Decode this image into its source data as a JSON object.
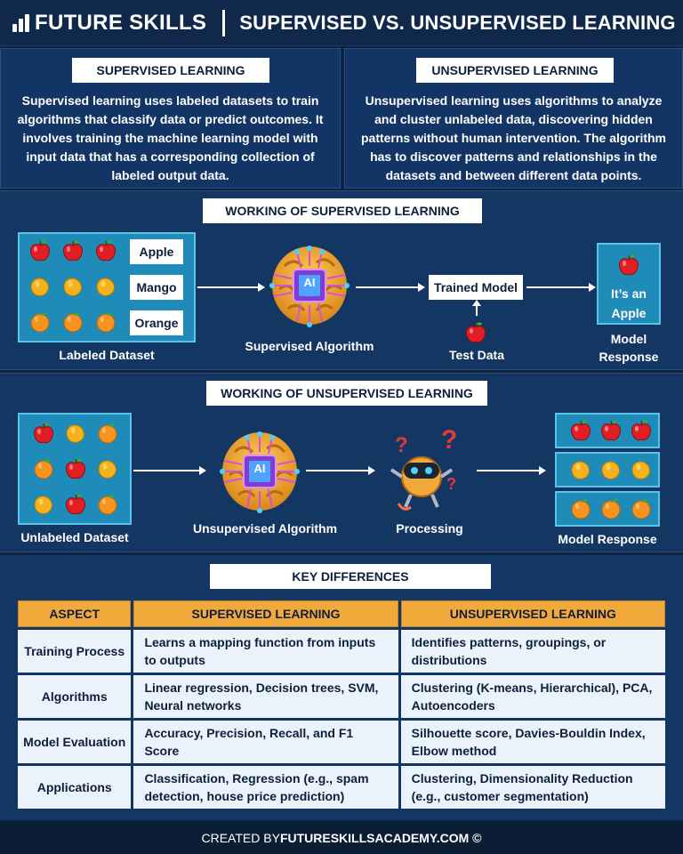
{
  "header": {
    "brand": "FUTURE SKILLS",
    "title": "SUPERVISED VS. UNSUPERVISED LEARNING"
  },
  "definitions": {
    "supervised": {
      "heading": "SUPERVISED LEARNING",
      "text": "Supervised learning uses labeled datasets to train algorithms that classify data or predict outcomes. It involves training the machine learning model with input data that has a corresponding collection of labeled output data."
    },
    "unsupervised": {
      "heading": "UNSUPERVISED LEARNING",
      "text": "Unsupervised learning uses algorithms to analyze and cluster unlabeled data, discovering hidden patterns without human intervention. The algorithm has to discover patterns and relationships in the datasets and between different data points."
    }
  },
  "supervised_flow": {
    "heading": "WORKING OF SUPERVISED LEARNING",
    "labels": [
      "Apple",
      "Mango",
      "Orange"
    ],
    "dataset_caption": "Labeled Dataset",
    "algorithm_caption": "Supervised Algorithm",
    "chip_text": "AI",
    "trained_model": "Trained Model",
    "test_caption": "Test Data",
    "response_line1": "It’s an",
    "response_line2": "Apple",
    "response_caption_line1": "Model",
    "response_caption_line2": "Response"
  },
  "unsupervised_flow": {
    "heading": "WORKING OF UNSUPERVISED LEARNING",
    "dataset_caption": "Unlabeled Dataset",
    "algorithm_caption": "Unsupervised Algorithm",
    "chip_text": "AI",
    "processing_caption": "Processing",
    "response_caption": "Model Response"
  },
  "key_differences": {
    "heading": "KEY DIFFERENCES",
    "columns": [
      "ASPECT",
      "SUPERVISED LEARNING",
      "UNSUPERVISED LEARNING"
    ],
    "rows": [
      [
        "Training Process",
        "Learns a mapping function from inputs to outputs",
        "Identifies patterns, groupings, or distributions"
      ],
      [
        "Algorithms",
        "Linear regression, Decision trees, SVM, Neural networks",
        "Clustering (K-means, Hierarchical), PCA, Autoencoders"
      ],
      [
        "Model Evaluation",
        "Accuracy, Precision, Recall, and F1 Score",
        "Silhouette score, Davies-Bouldin Index, Elbow method"
      ],
      [
        "Applications",
        "Classification, Regression (e.g., spam detection, house price prediction)",
        "Clustering, Dimensionality Reduction (e.g., customer segmentation)"
      ]
    ]
  },
  "footer": {
    "prefix": "CREATED BY ",
    "site": "FUTURESKILLSACADEMY.COM ©"
  },
  "colors": {
    "apple": "#e31d24",
    "mango": "#f6b21a",
    "orange": "#f7931e",
    "leaf": "#3aa935",
    "accent": "#f2a93b"
  }
}
